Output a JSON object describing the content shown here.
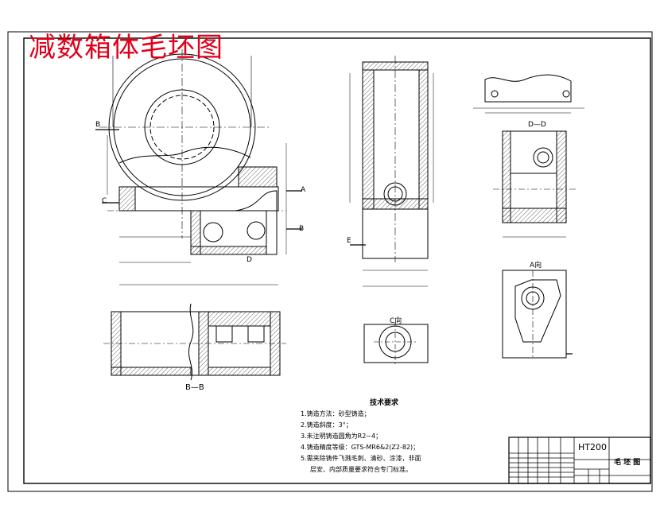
{
  "title": "减数箱体毛坯图",
  "views": {
    "section_bb": "B—B",
    "view_c": "C向",
    "view_a": "A向",
    "section_dd": "D—D"
  },
  "cut_markers": {
    "b_left": "B",
    "b_right": "B",
    "c_left": "C",
    "a_right": "A",
    "d_bottom": "D",
    "e_left": "E"
  },
  "tech_notes": {
    "heading": "技术要求",
    "items": [
      "1.铸造方法：砂型铸造；",
      "2.铸造斜度：3°；",
      "3.未注明铸造圆角为R2~4；",
      "4.铸造精度等级：GTS-MR6&2(Z2-82)；",
      "5.需夹除铸件飞溅毛刺、清砂、涂漆，非面",
      "层安、内部质量要求符合专门标准。"
    ]
  },
  "title_block": {
    "material": "HT200",
    "drawing_name": "毛 坯 图"
  },
  "colors": {
    "title_red": "#e0001a",
    "line": "#000000",
    "hatch": "#444444"
  }
}
